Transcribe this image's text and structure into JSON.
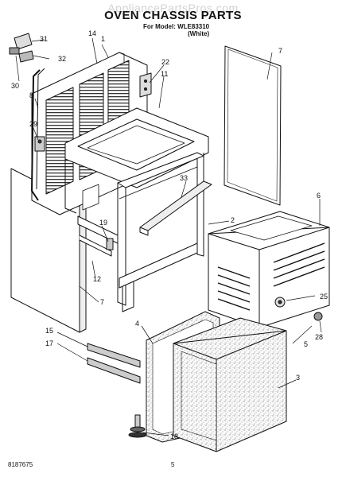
{
  "header": {
    "watermark": "AppliancePartsPros.com",
    "title": "OVEN CHASSIS PARTS",
    "model_prefix": "For Model: ",
    "model_number": "WLE83310",
    "variant": "(White)"
  },
  "footer": {
    "doc_number": "8187675",
    "page_number": "5"
  },
  "callouts": [
    {
      "id": "c1",
      "label": "1"
    },
    {
      "id": "c2",
      "label": "2"
    },
    {
      "id": "c3",
      "label": "3"
    },
    {
      "id": "c4",
      "label": "4"
    },
    {
      "id": "c5",
      "label": "5"
    },
    {
      "id": "c6",
      "label": "6"
    },
    {
      "id": "c7a",
      "label": "7"
    },
    {
      "id": "c7b",
      "label": "7"
    },
    {
      "id": "c8",
      "label": "8"
    },
    {
      "id": "c11",
      "label": "11"
    },
    {
      "id": "c12",
      "label": "12"
    },
    {
      "id": "c14",
      "label": "14"
    },
    {
      "id": "c15",
      "label": "15"
    },
    {
      "id": "c17",
      "label": "17"
    },
    {
      "id": "c18",
      "label": "18"
    },
    {
      "id": "c19",
      "label": "19"
    },
    {
      "id": "c22",
      "label": "22"
    },
    {
      "id": "c25",
      "label": "25"
    },
    {
      "id": "c28",
      "label": "28"
    },
    {
      "id": "c29",
      "label": "29"
    },
    {
      "id": "c30",
      "label": "30"
    },
    {
      "id": "c31",
      "label": "31"
    },
    {
      "id": "c32",
      "label": "32"
    },
    {
      "id": "c33",
      "label": "33"
    }
  ]
}
